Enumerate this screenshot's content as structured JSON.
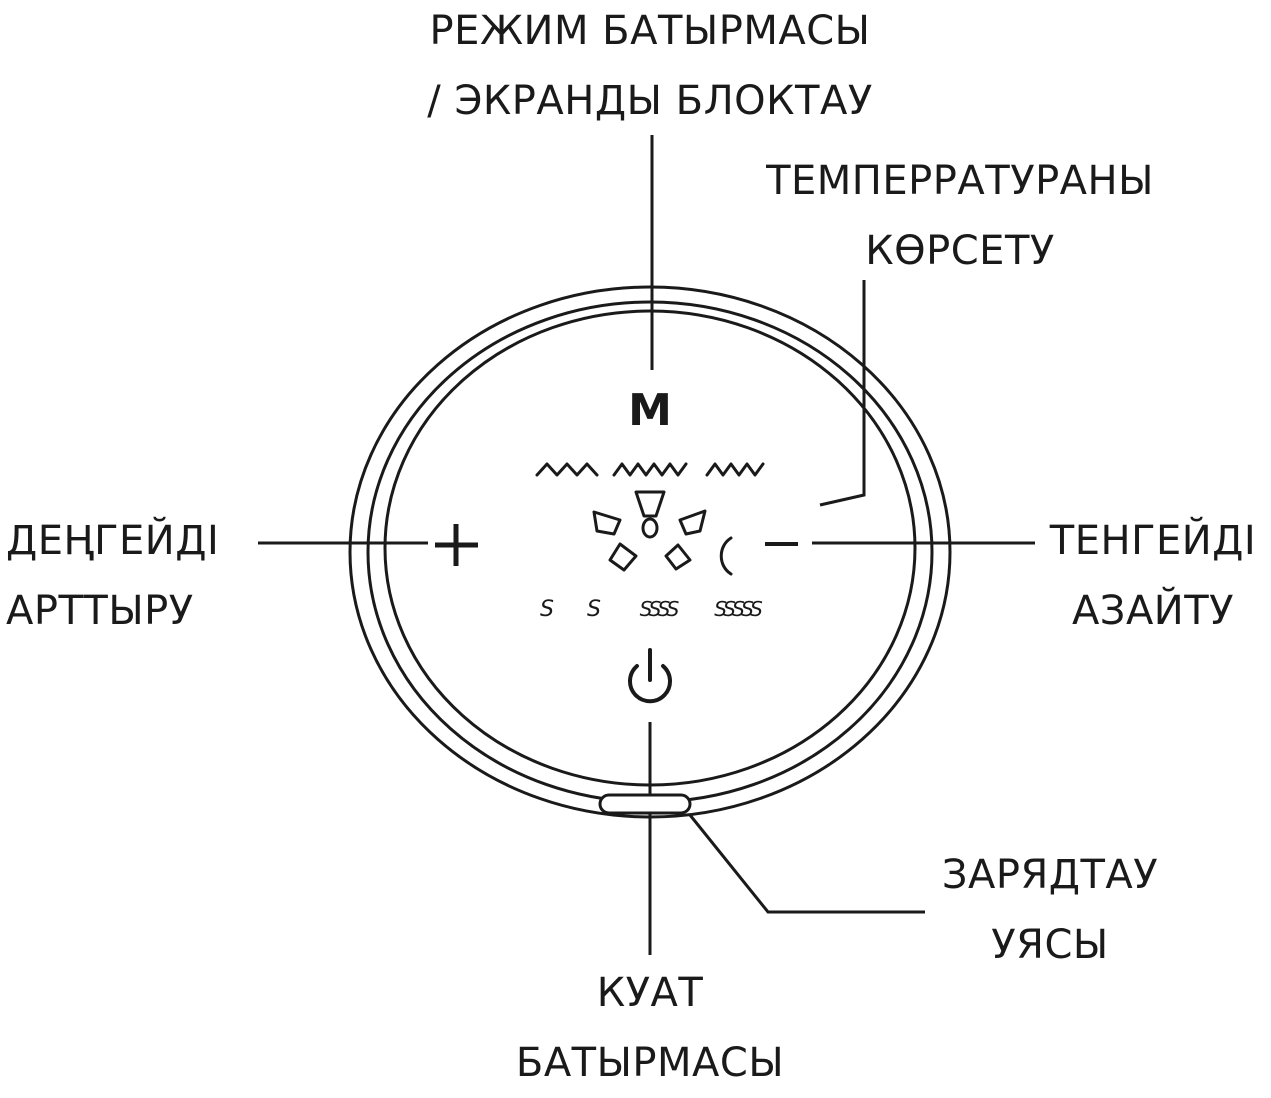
{
  "callouts": {
    "mode_button": {
      "line1": "РЕЖИМ БАТЫРМАСЫ",
      "line2": "/ ЭКРАНДЫ БЛОКТАУ"
    },
    "temperature_display": {
      "line1": "ТЕМПЕРРАТУРАНЫ",
      "line2": "КӨРСЕТУ"
    },
    "increase_level": {
      "line1": "ДЕҢГЕЙДІ",
      "line2": "АРТТЫРУ"
    },
    "decrease_level": {
      "line1": "ТЕНГЕЙДІ",
      "line2": "АЗАЙТУ"
    },
    "charging_port": {
      "line1": "ЗАРЯДТАУ",
      "line2": "УЯСЫ"
    },
    "power_button": {
      "line1": "КУАТ",
      "line2": "БАТЫРМАСЫ"
    }
  },
  "panel": {
    "mode_symbol": "M",
    "plus_symbol": "+",
    "minus_symbol": "–",
    "heat_levels": [
      "S",
      "S",
      "SSSS",
      "SSSSS"
    ]
  },
  "icons": {
    "wave_icons": [
      "wave-icon-low",
      "wave-icon-medium",
      "wave-icon-high"
    ],
    "fan_icon": "fan-icon",
    "moon_icon": "moon-icon",
    "power_icon": "power-icon",
    "charging_slot": "charging-port-icon"
  },
  "colors": {
    "ink": "#1a1a1a",
    "background": "#ffffff"
  }
}
